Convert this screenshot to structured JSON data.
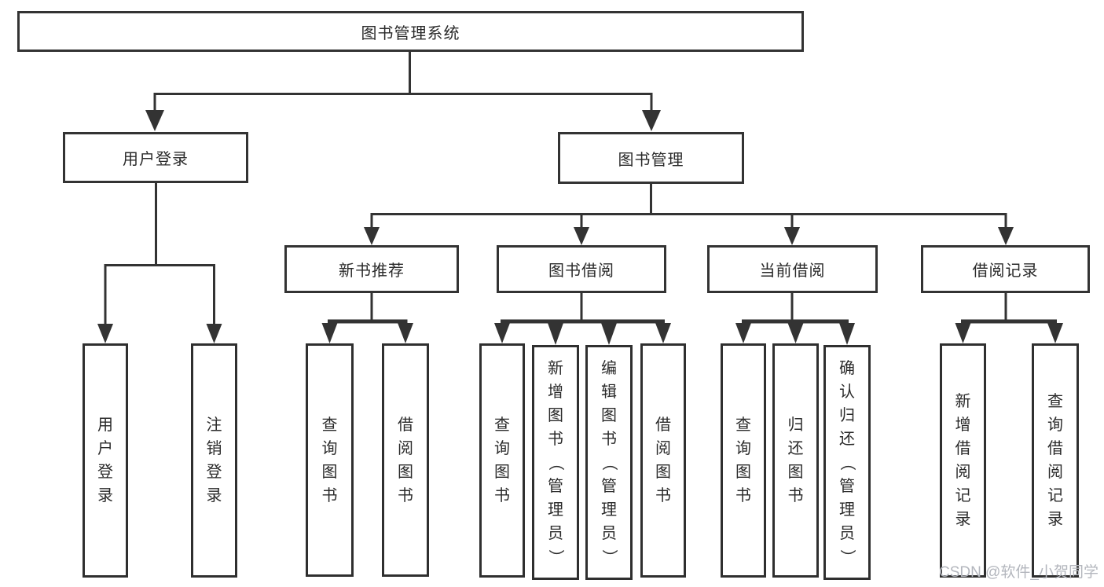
{
  "colors": {
    "line": "#333333",
    "box_border": "#2f2f2f",
    "box_background": "#ffffff",
    "text": "#2a2a2a",
    "watermark": "#b3b6bd",
    "background": "#ffffff"
  },
  "watermark": {
    "text": "CSDN @软件_小贺同学"
  },
  "tree": {
    "root": {
      "label": "图书管理系统"
    },
    "level2": [
      {
        "label": "用户登录",
        "children": [
          {
            "label": "用户登录"
          },
          {
            "label": "注销登录"
          }
        ]
      },
      {
        "label": "图书管理",
        "children": [
          {
            "label": "新书推荐",
            "children": [
              {
                "label": "查询图书"
              },
              {
                "label": "借阅图书"
              }
            ]
          },
          {
            "label": "图书借阅",
            "children": [
              {
                "label": "查询图书"
              },
              {
                "label": "新增图书（管理员）"
              },
              {
                "label": "编辑图书（管理员）"
              },
              {
                "label": "借阅图书"
              }
            ]
          },
          {
            "label": "当前借阅",
            "children": [
              {
                "label": "查询图书"
              },
              {
                "label": "归还图书"
              },
              {
                "label": "确认归还（管理员）"
              }
            ]
          },
          {
            "label": "借阅记录",
            "children": [
              {
                "label": "新增借阅记录"
              },
              {
                "label": "查询借阅记录"
              }
            ]
          }
        ]
      }
    ]
  }
}
